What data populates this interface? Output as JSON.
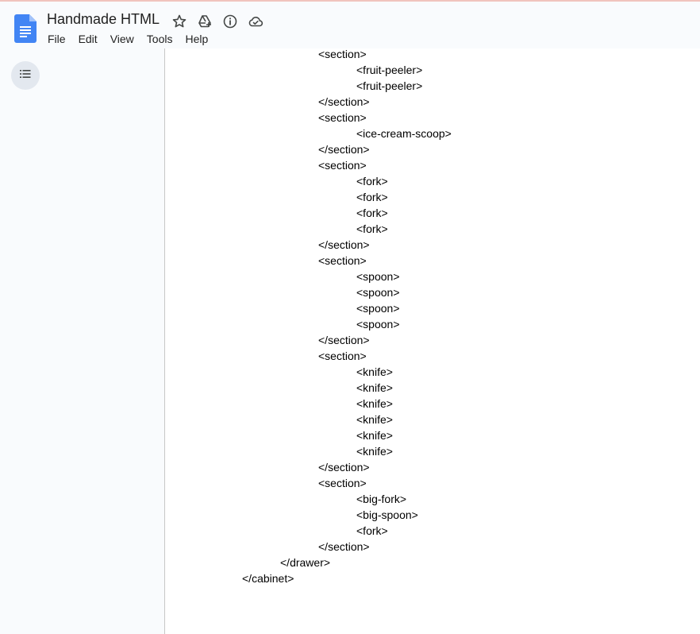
{
  "document": {
    "title": "Handmade HTML"
  },
  "header": {
    "icons": [
      "star-icon",
      "move-to-drive-icon",
      "info-icon",
      "cloud-saved-icon"
    ]
  },
  "menu": {
    "items": [
      "File",
      "Edit",
      "View",
      "Tools",
      "Help"
    ]
  },
  "sidebar": {
    "outline_icon": "document-outline-icon"
  },
  "content": {
    "lines": [
      {
        "text": "<section>",
        "indent": 2
      },
      {
        "text": "<fruit-peeler>",
        "indent": 3
      },
      {
        "text": "<fruit-peeler>",
        "indent": 3
      },
      {
        "text": "</section>",
        "indent": 2
      },
      {
        "text": "<section>",
        "indent": 2
      },
      {
        "text": "<ice-cream-scoop>",
        "indent": 3
      },
      {
        "text": "</section>",
        "indent": 2
      },
      {
        "text": "<section>",
        "indent": 2
      },
      {
        "text": "<fork>",
        "indent": 3
      },
      {
        "text": "<fork>",
        "indent": 3
      },
      {
        "text": "<fork>",
        "indent": 3
      },
      {
        "text": "<fork>",
        "indent": 3
      },
      {
        "text": "</section>",
        "indent": 2
      },
      {
        "text": "<section>",
        "indent": 2
      },
      {
        "text": "<spoon>",
        "indent": 3
      },
      {
        "text": "<spoon>",
        "indent": 3
      },
      {
        "text": "<spoon>",
        "indent": 3
      },
      {
        "text": "<spoon>",
        "indent": 3
      },
      {
        "text": "</section>",
        "indent": 2
      },
      {
        "text": "<section>",
        "indent": 2
      },
      {
        "text": "<knife>",
        "indent": 3
      },
      {
        "text": "<knife>",
        "indent": 3
      },
      {
        "text": "<knife>",
        "indent": 3
      },
      {
        "text": "<knife>",
        "indent": 3
      },
      {
        "text": "<knife>",
        "indent": 3
      },
      {
        "text": "<knife>",
        "indent": 3
      },
      {
        "text": "</section>",
        "indent": 2
      },
      {
        "text": "<section>",
        "indent": 2
      },
      {
        "text": "<big-fork>",
        "indent": 3
      },
      {
        "text": "<big-spoon>",
        "indent": 3
      },
      {
        "text": "<fork>",
        "indent": 3
      },
      {
        "text": "</section>",
        "indent": 2
      },
      {
        "text": "</drawer>",
        "indent": 1
      },
      {
        "text": "</cabinet>",
        "indent": 0
      }
    ]
  }
}
